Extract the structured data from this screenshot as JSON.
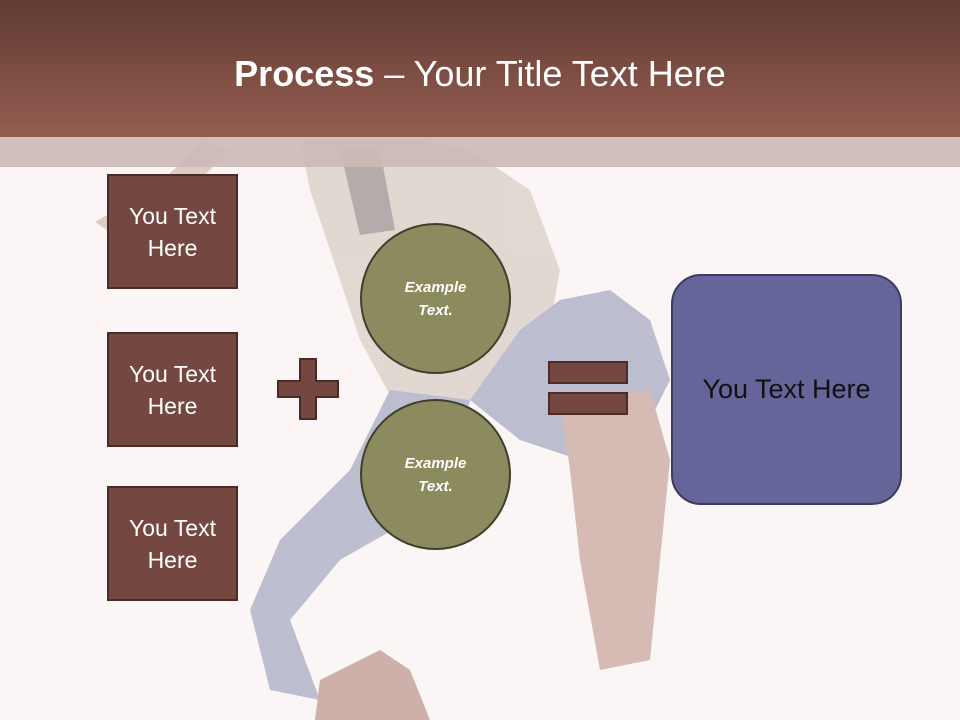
{
  "title": {
    "bold": "Process",
    "rest": " – Your Title Text Here"
  },
  "inputs": [
    {
      "label": "You Text Here"
    },
    {
      "label": "You Text Here"
    },
    {
      "label": "You Text Here"
    }
  ],
  "circles": [
    {
      "label": "Example Text."
    },
    {
      "label": "Example Text."
    }
  ],
  "result": {
    "label": "You Text Here"
  },
  "operators": {
    "plus": "plus-icon",
    "equals": "equals-icon"
  },
  "colors": {
    "header": "#7e4e43",
    "box": "#744841",
    "circle": "#8b8b5f",
    "result": "#65659a"
  }
}
